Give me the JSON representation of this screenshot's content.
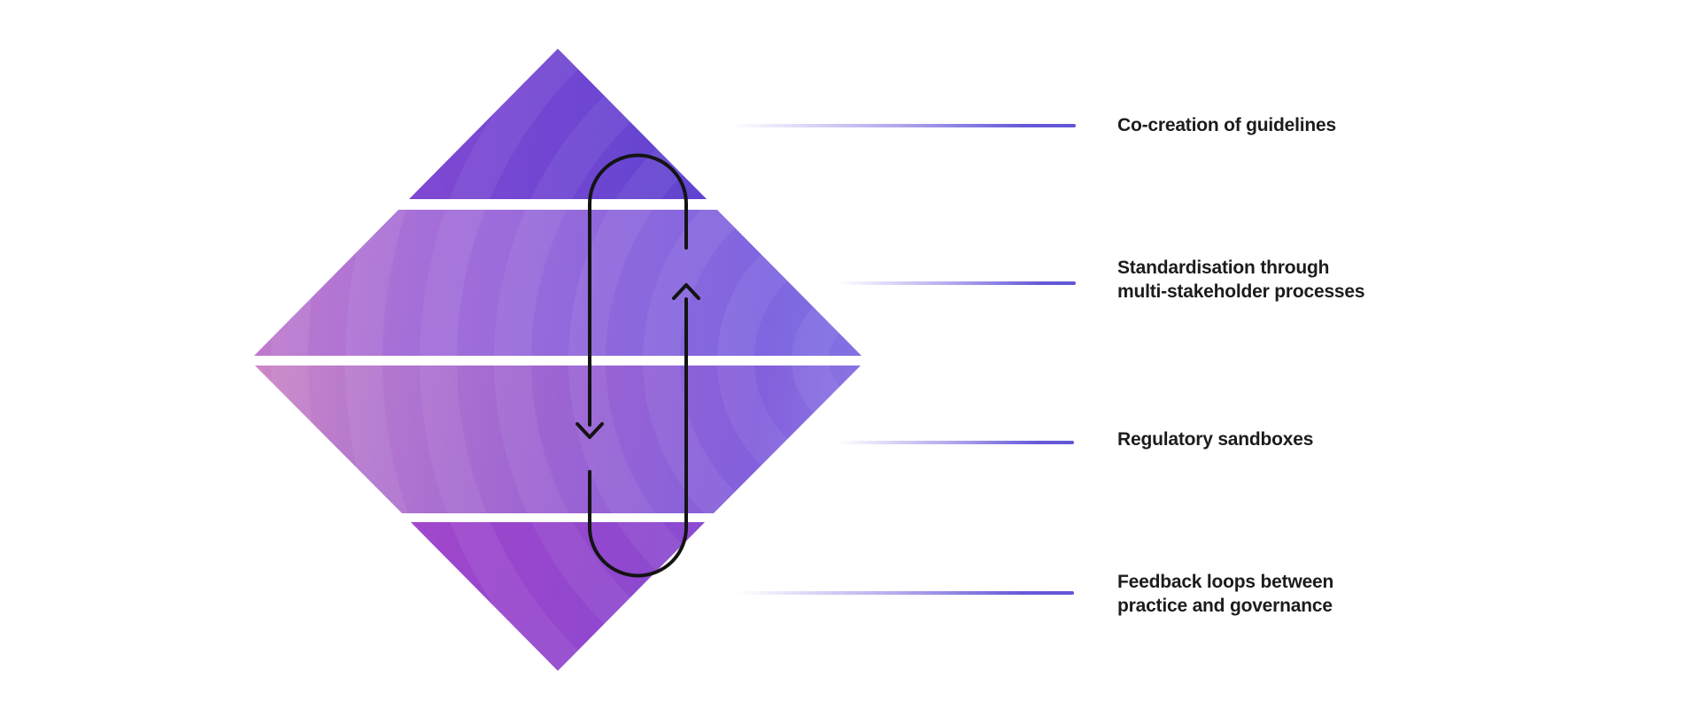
{
  "diagram": {
    "type": "layered-diamond-flow",
    "band_count": 4,
    "labels": [
      {
        "lines": [
          "Co-creation of guidelines",
          ""
        ]
      },
      {
        "lines": [
          "Standardisation through",
          "multi-stakeholder processes"
        ]
      },
      {
        "lines": [
          "Regulatory sandboxes",
          ""
        ]
      },
      {
        "lines": [
          "Feedback loops between",
          "practice and governance"
        ]
      }
    ],
    "icons": {
      "cycle_arrow": "feedback-cycle-arrow"
    },
    "colors": {
      "background": "#ffffff",
      "text": "#1c1c1c",
      "arrow": "#141414",
      "connector_accent": "#6659d8",
      "diamond_pink": "#d48cc1",
      "diamond_purple": "#9d46cc",
      "diamond_indigo": "#5d44d0",
      "diamond_periwinkle": "#8a7ee6"
    }
  }
}
